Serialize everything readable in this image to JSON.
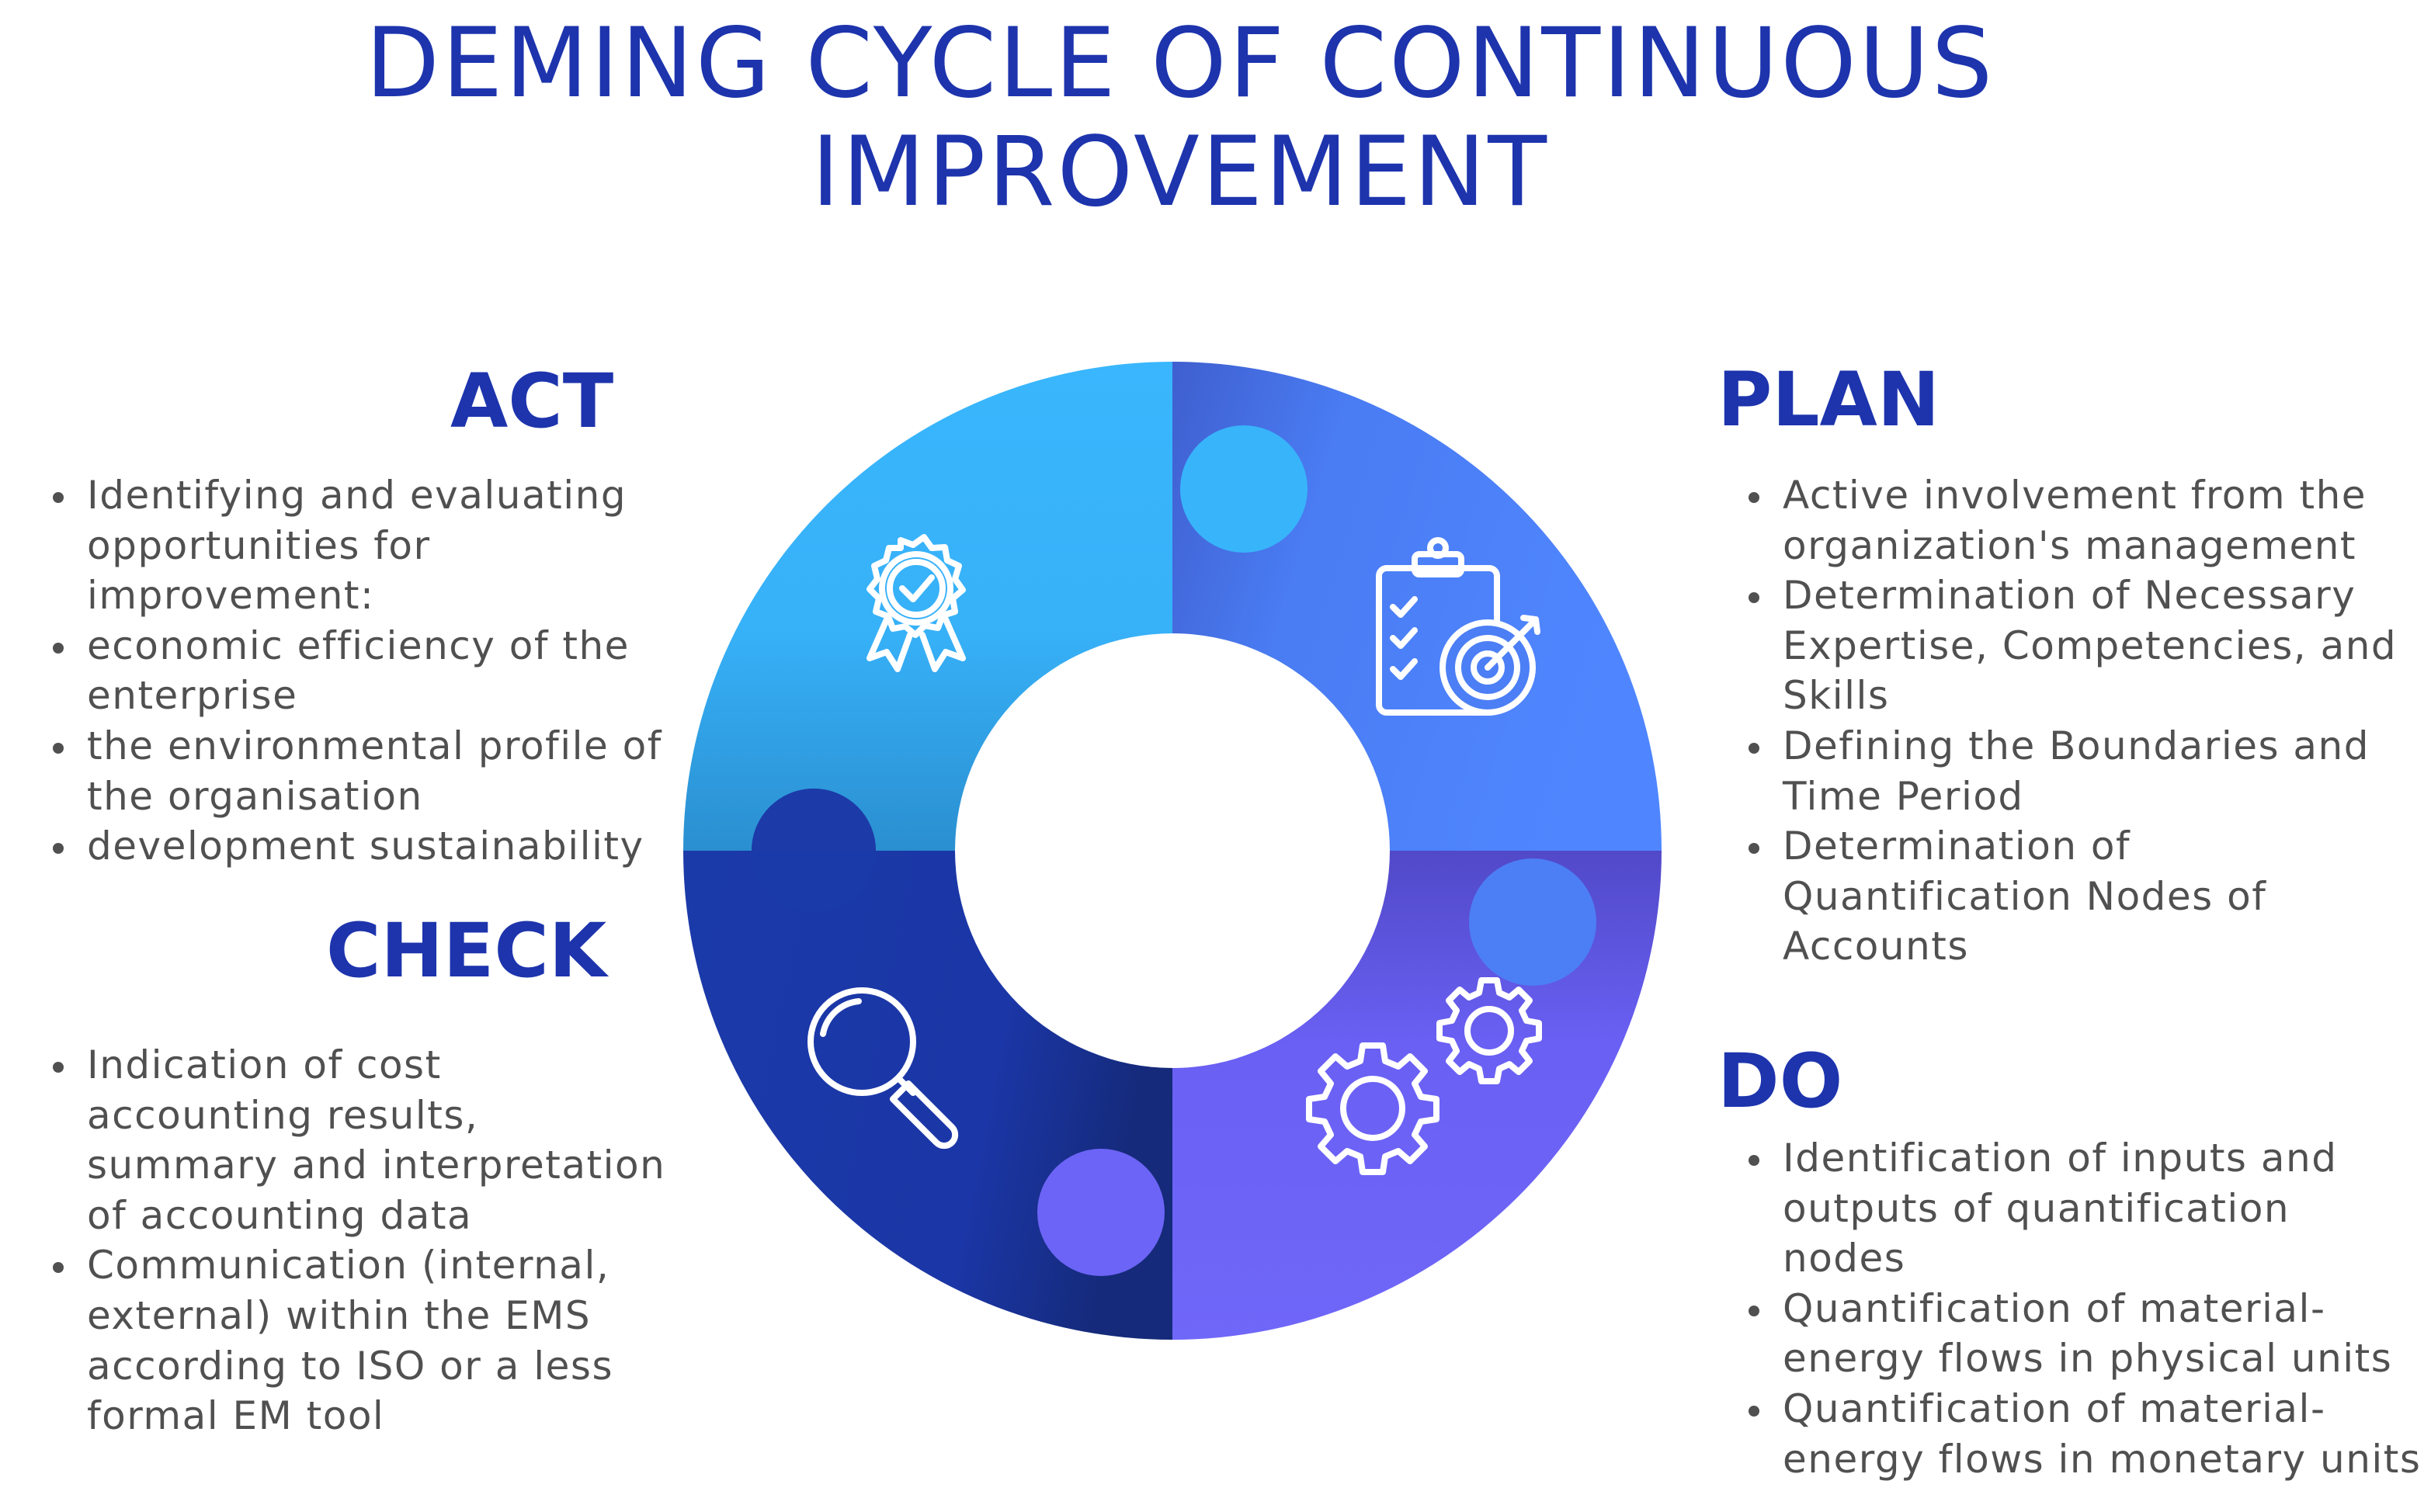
{
  "title": {
    "line1": "DEMING CYCLE OF CONTINUOUS",
    "line2": "IMPROVEMENT"
  },
  "colors": {
    "title": "#1d34ad",
    "act": "#36b3fb",
    "plan": "#4c7ff5",
    "do": "#6b63f5",
    "check": "#1b36a6",
    "body_text": "#505050"
  },
  "icons": {
    "act": "award-badge-icon",
    "plan": "clipboard-target-icon",
    "do": "gears-icon",
    "check": "magnifier-icon"
  },
  "act": {
    "heading": "ACT",
    "items": [
      "Identifying and evaluating opportunities for improvement:",
      "economic efficiency of the enterprise",
      "the environmental profile of the organisation",
      "development sustainability"
    ]
  },
  "plan": {
    "heading": "PLAN",
    "items": [
      "Active involvement from the organization's management",
      "Determination of Necessary Expertise, Competencies, and Skills",
      "Defining the Boundaries and Time Period",
      "Determination of Quantification Nodes of Accounts"
    ]
  },
  "check": {
    "heading": "CHECK",
    "items": [
      "Indication of cost accounting results, summary and interpretation of  accounting data",
      "Communication (internal, external) within the EMS according to ISO or a less formal EM tool"
    ]
  },
  "do": {
    "heading": "DO",
    "items": [
      "Identification of inputs and outputs of quantification nodes",
      "Quantification of material-energy flows in physical units",
      "Quantification of material-energy flows in monetary units"
    ]
  }
}
